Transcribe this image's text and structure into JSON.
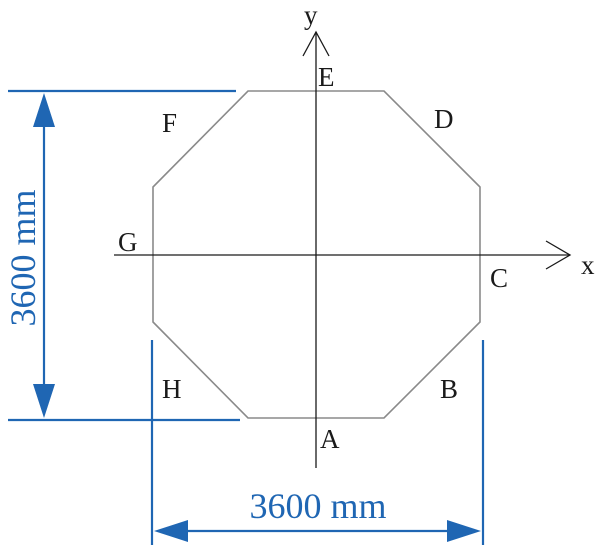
{
  "axes": {
    "x_label": "x",
    "y_label": "y"
  },
  "vertices": {
    "A": "A",
    "B": "B",
    "C": "C",
    "D": "D",
    "E": "E",
    "F": "F",
    "G": "G",
    "H": "H"
  },
  "dimensions": {
    "width_label": "3600 mm",
    "height_label": "3600 mm"
  },
  "colors": {
    "dimension": "#1f66b3",
    "outline": "#8a8a8a",
    "axis": "#1a1a1a"
  }
}
